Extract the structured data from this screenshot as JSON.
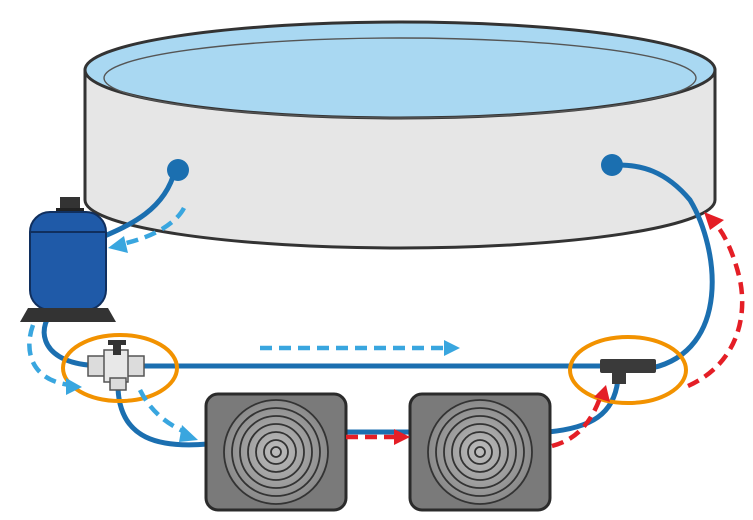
{
  "diagram": {
    "components": [
      {
        "id": "pool",
        "icon": "above-ground-pool-icon"
      },
      {
        "id": "return-inlet",
        "icon": "pool-inlet-icon"
      },
      {
        "id": "skimmer-outlet",
        "icon": "pool-outlet-icon"
      },
      {
        "id": "sand-filter",
        "icon": "sand-filter-pump-icon"
      },
      {
        "id": "bypass-valve",
        "icon": "three-way-valve-icon"
      },
      {
        "id": "tee-connector",
        "icon": "t-connector-icon"
      },
      {
        "id": "solar-panel-1",
        "icon": "solar-heater-coil-icon"
      },
      {
        "id": "solar-panel-2",
        "icon": "solar-heater-coil-icon"
      }
    ],
    "flows": [
      {
        "from": "skimmer-outlet",
        "to": "sand-filter",
        "temperature": "cold"
      },
      {
        "from": "sand-filter",
        "to": "bypass-valve",
        "temperature": "cold"
      },
      {
        "from": "bypass-valve",
        "to": "tee-connector",
        "temperature": "cold"
      },
      {
        "from": "bypass-valve",
        "to": "solar-panel-1",
        "temperature": "cold"
      },
      {
        "from": "solar-panel-1",
        "to": "solar-panel-2",
        "temperature": "warm"
      },
      {
        "from": "solar-panel-2",
        "to": "tee-connector",
        "temperature": "warm"
      },
      {
        "from": "tee-connector",
        "to": "return-inlet",
        "temperature": "warm"
      }
    ],
    "colors": {
      "water": "#a9d8f2",
      "pool_wall": "#e6e6e6",
      "outline": "#333333",
      "pipe": "#1b6fb0",
      "filter": "#1f5aa8",
      "cold_flow": "#39a6df",
      "warm_flow": "#e41e26",
      "highlight_ring": "#f29200",
      "panel": "#7a7a7a",
      "panel_border": "#2b2b2b",
      "valve": "#dcdcdc",
      "tee": "#3a3a3a"
    }
  }
}
